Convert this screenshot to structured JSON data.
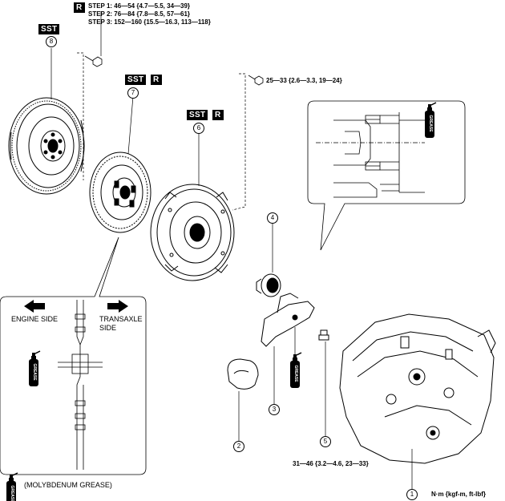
{
  "badges": {
    "r": "R",
    "sst": "SST"
  },
  "torque": {
    "step1": "STEP 1: 46—54 {4.7—5.5, 34—39}",
    "step2": "STEP 2: 76—84 {7.8—8.5, 57—61}",
    "step3": "STEP 3: 152—160 {15.5—16.3, 113—118}",
    "pressure_plate_bolt": "25—33 {2.6—3.3, 19—24}",
    "bleeder": "31—46 {3.2—4.6, 23—33}"
  },
  "callouts": [
    "1",
    "2",
    "3",
    "4",
    "5",
    "6",
    "7",
    "8"
  ],
  "inset": {
    "engine_side": "ENGINE SIDE",
    "transaxle_side_1": "TRANSAXLE",
    "transaxle_side_2": "SIDE"
  },
  "grease_label": "GREASE",
  "legend": "(MOLYBDENUM GREASE)",
  "units": "N·m {kgf-m, ft-lbf}",
  "icons": [
    "grease-can-icon",
    "arrow-left-icon",
    "arrow-right-icon"
  ]
}
